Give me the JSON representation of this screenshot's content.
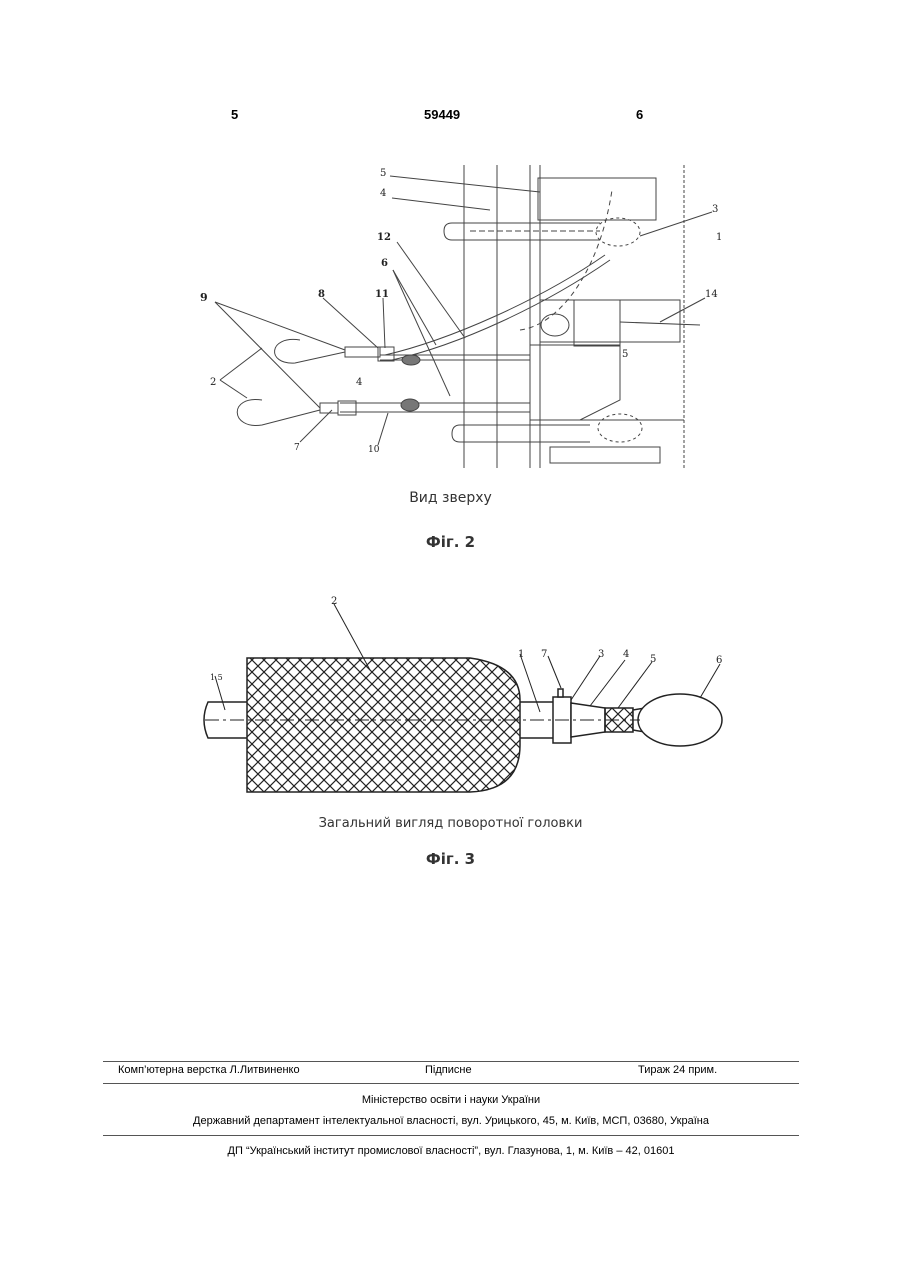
{
  "header": {
    "left_page": "5",
    "patent_number": "59449",
    "right_page": "6"
  },
  "figure2": {
    "subtitle": "Вид зверху",
    "caption": "Фіг. 2",
    "labels": {
      "l5a": "5",
      "l4a": "4",
      "l3": "3",
      "l1": "1",
      "l12": "12",
      "l6": "6",
      "l9": "9",
      "l8": "8",
      "l11": "11",
      "l14": "14",
      "l2": "2",
      "l4b": "4",
      "l5b": "5",
      "l7": "7",
      "l10": "10"
    }
  },
  "figure3": {
    "subtitle": "Загальний вигляд поворотної головки",
    "caption": "Фіг. 3",
    "labels": {
      "l2": "2",
      "l1": "1",
      "l7": "7",
      "l3": "3",
      "l4": "4",
      "l5": "5",
      "l6": "6",
      "l15": "1 5"
    }
  },
  "footer": {
    "layout": "Комп’ютерна верстка Л.Литвиненко",
    "signed": "Підписне",
    "circulation": "Тираж 24 прим.",
    "ministry": "Міністерство освіти і науки України",
    "department": "Державний департамент інтелектуальної власності, вул. Урицького, 45, м. Київ, МСП, 03680, Україна",
    "institute": "ДП “Український інститут промислової власності”, вул. Глазунова, 1, м. Київ – 42, 01601"
  }
}
